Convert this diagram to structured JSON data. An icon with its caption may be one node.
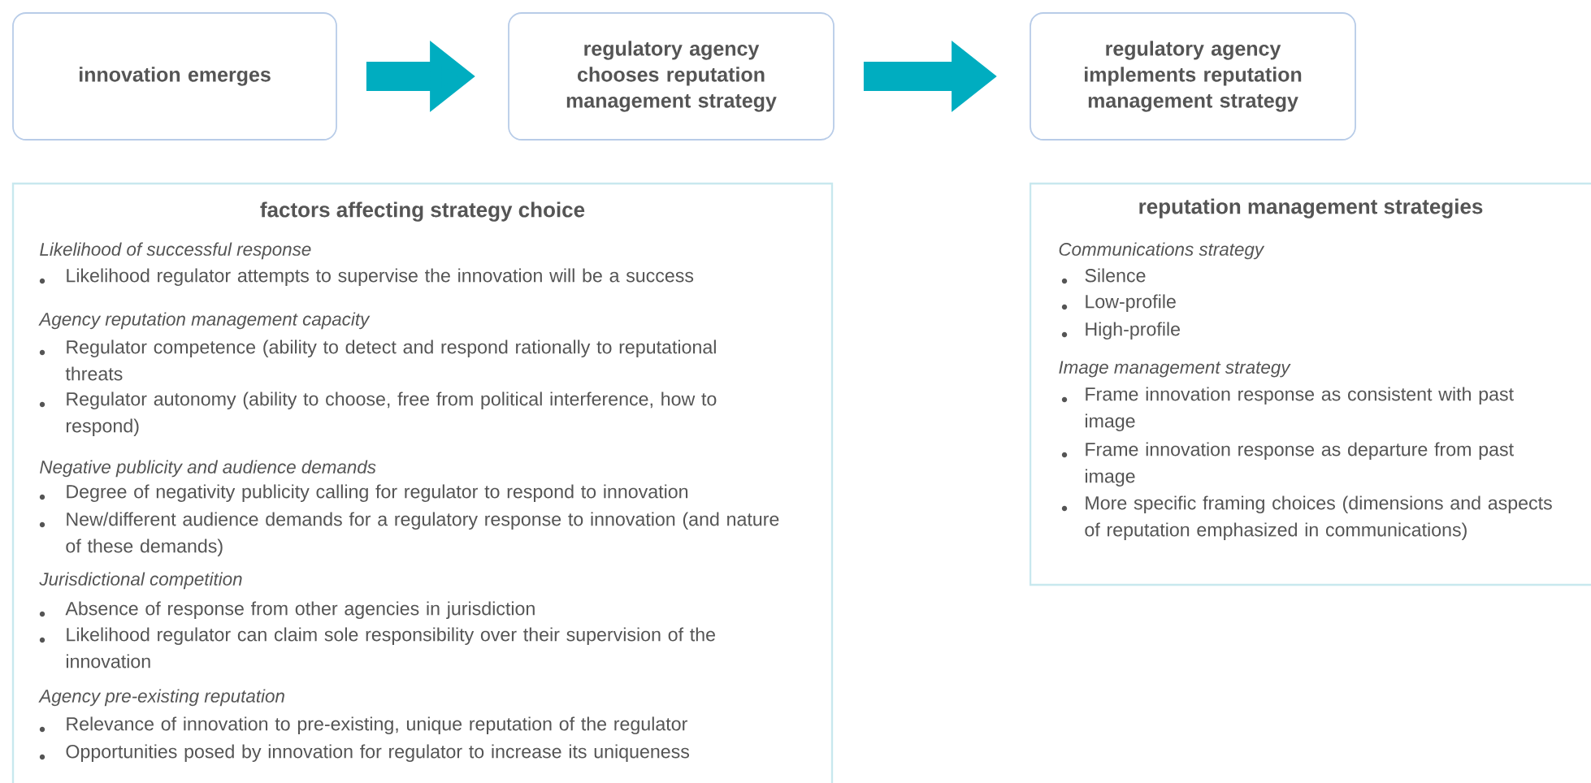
{
  "diagram": {
    "nodes": [
      {
        "text": [
          "innovation emerges"
        ]
      },
      {
        "text": [
          "regulatory agency chooses reputation management strategy"
        ]
      },
      {
        "text": [
          "regulatory agency implements reputation management strategy"
        ]
      },
      {
        "text": [
          "factors affecting strategy choice",
          "Likelihood of successful response",
          "Likelihood regulator attempts to supervise the innovation will be a success",
          "Agency reputation management capacity",
          "Regulator competence (ability to detect and respond rationally to reputational threats",
          "Regulator autonomy (ability to choose, free from political interference, how to respond)",
          "Negative publicity and audience demands",
          "Degree of negativity publicity calling for regulator to respond to innovation",
          "New/different audience demands for a regulatory response to innovation (and nature of these demands)",
          "Jurisdictional competition",
          "Absence of response from other agencies in jurisdiction",
          "Likelihood regulator can claim sole responsibility over their supervision of the innovation",
          "Agency pre-existing reputation",
          "Relevance of innovation to pre-existing, unique reputation of the regulator",
          "Opportunities posed by innovation for regulator to increase its uniqueness"
        ]
      },
      {
        "text": [
          "reputation management strategies",
          "Communications strategy",
          "Silence",
          "Low-profile",
          "High-profile",
          "Image management strategy",
          "Frame innovation response as consistent with past image",
          "Frame innovation response as departure from past image",
          "More specific framing choices (dimensions and aspects of reputation emphasized in communications)"
        ]
      }
    ],
    "edges": [
      {
        "from": 0,
        "to": 1,
        "arrow": "to"
      },
      {
        "from": 1,
        "to": 2,
        "arrow": "to"
      }
    ]
  }
}
